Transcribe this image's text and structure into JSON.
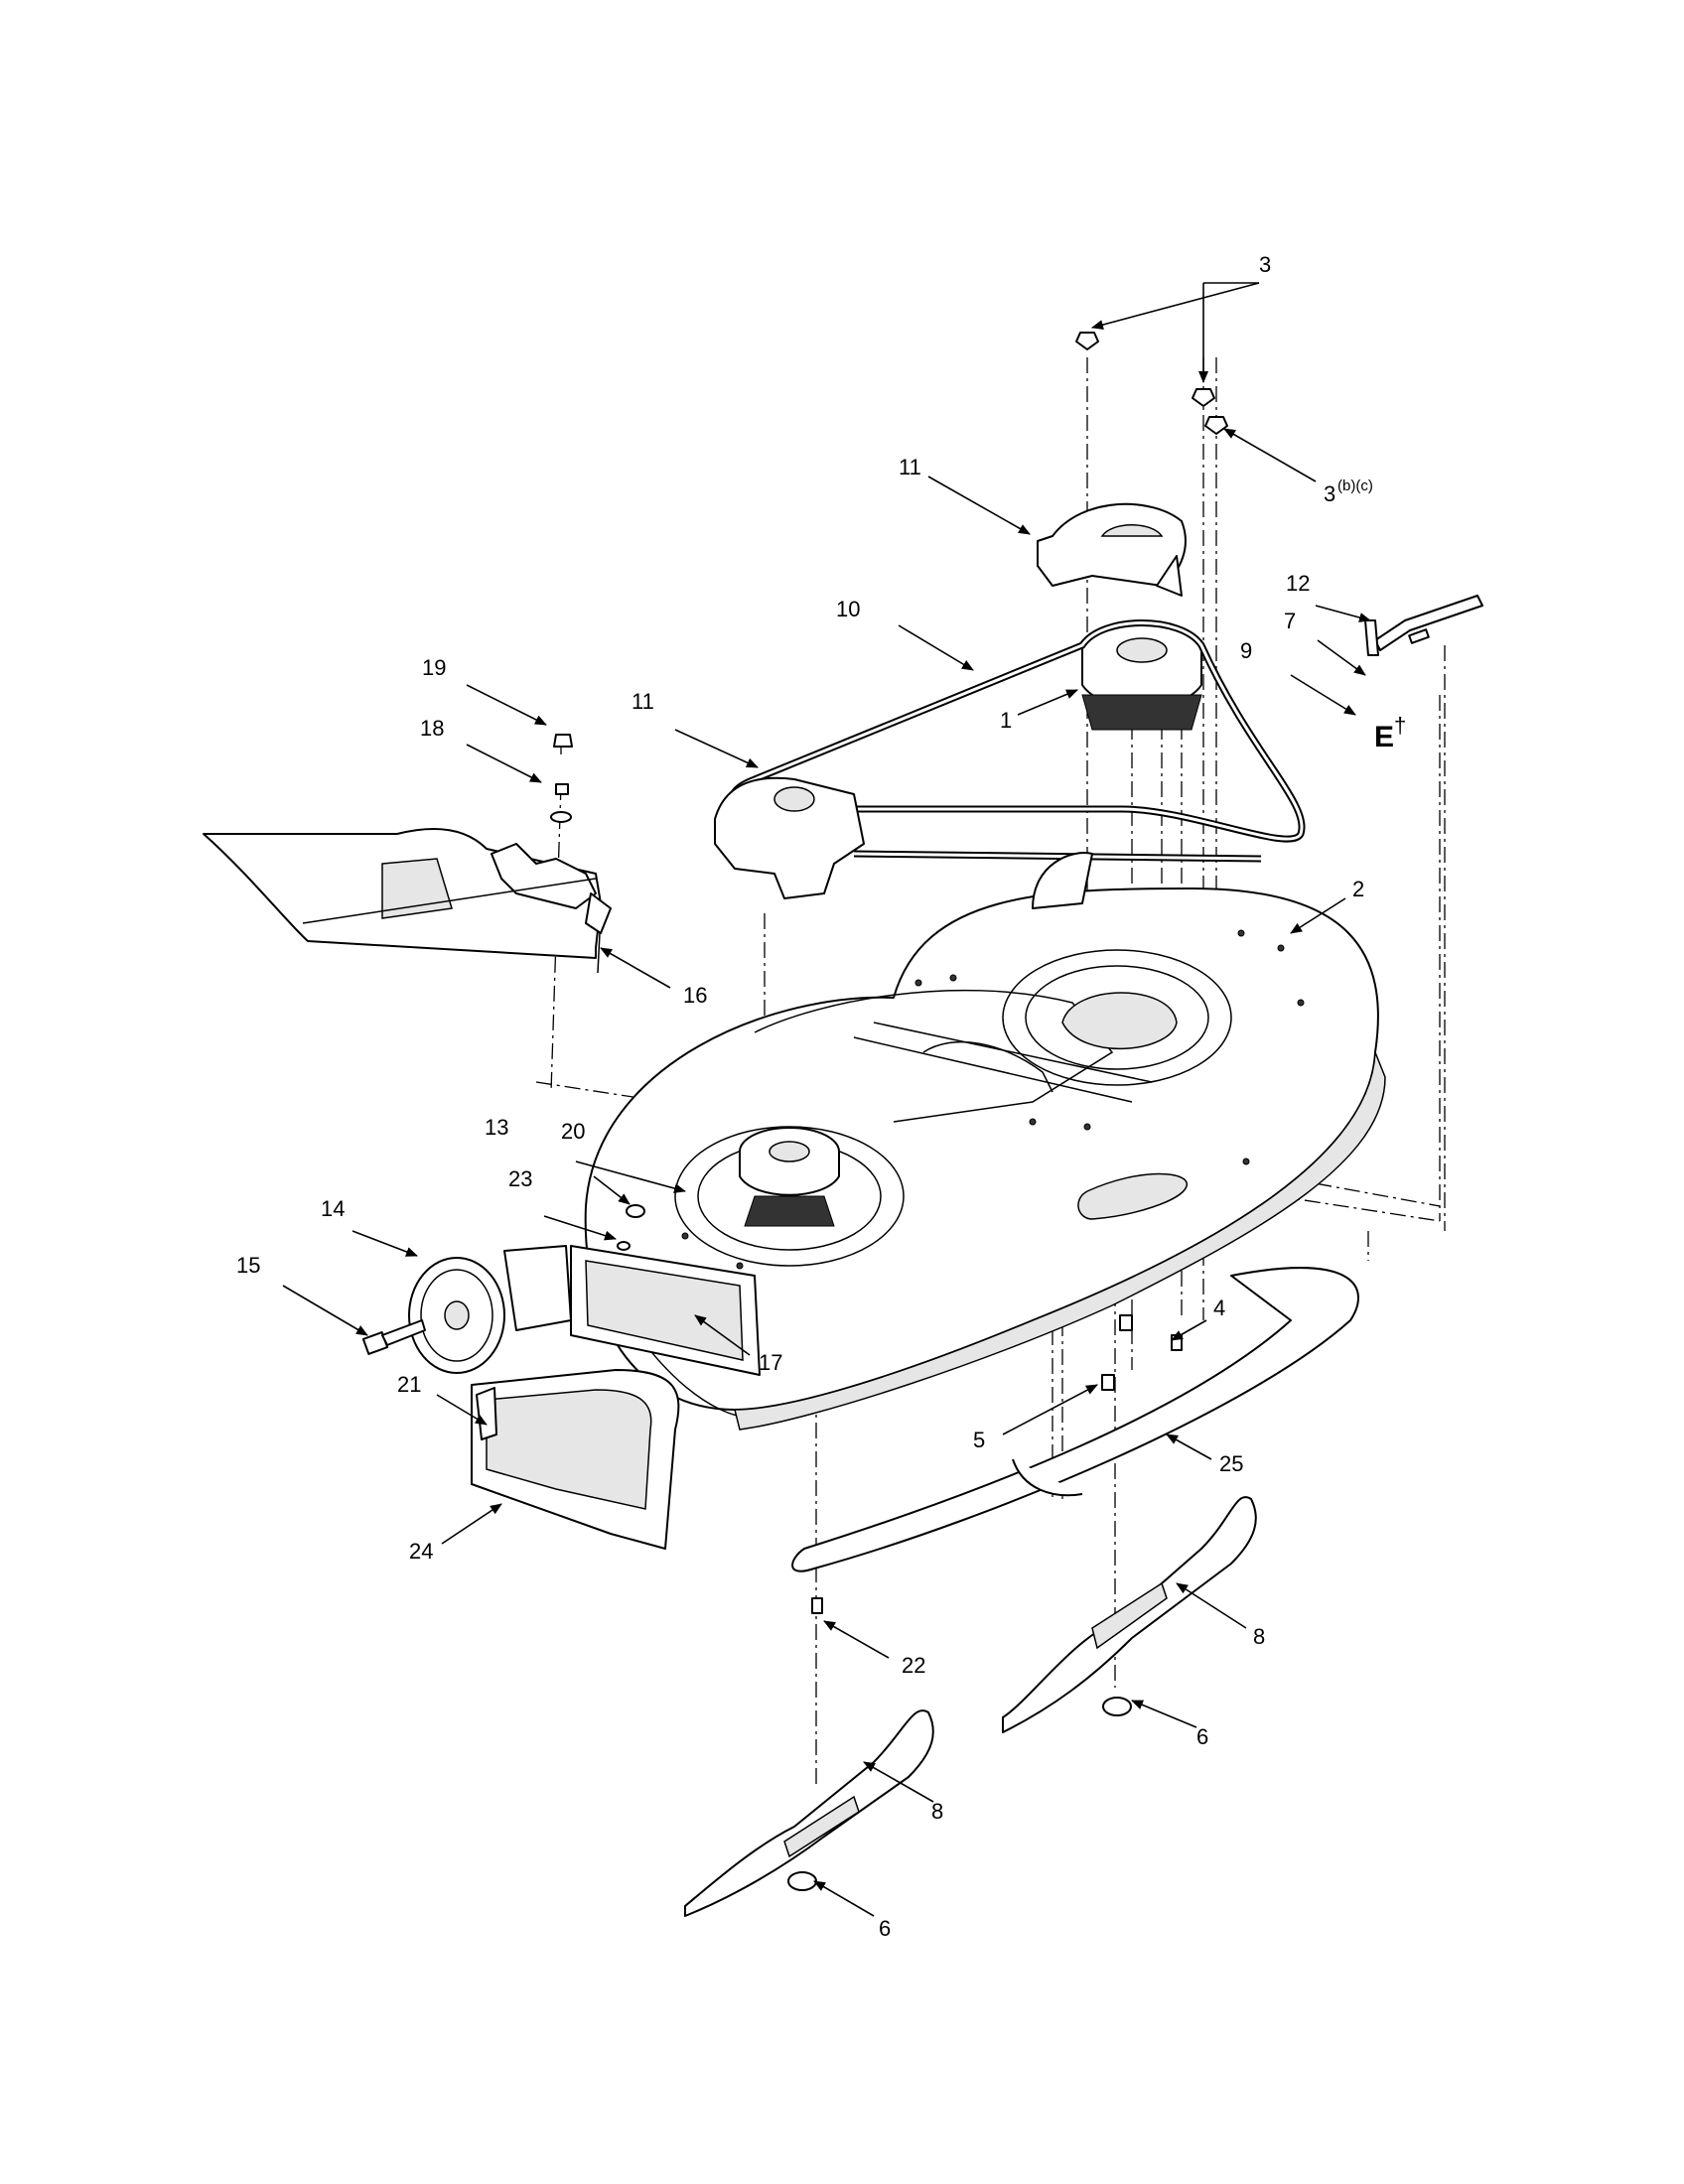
{
  "callouts": {
    "c1": "1",
    "c2": "2",
    "c3": "3",
    "c3b": "3",
    "c3b_sup": "(b)(c)",
    "c4": "4",
    "c5": "5",
    "c6a": "6",
    "c6b": "6",
    "c7": "7",
    "c8a": "8",
    "c8b": "8",
    "c9": "9",
    "c10": "10",
    "c11a": "11",
    "c11b": "11",
    "c12": "12",
    "c13": "13",
    "c14": "14",
    "c15": "15",
    "c16": "16",
    "c17": "17",
    "c18": "18",
    "c19": "19",
    "c20": "20",
    "c21": "21",
    "c22": "22",
    "c23": "23",
    "c24": "24",
    "c25": "25"
  },
  "marks": {
    "e_mark": "E",
    "dagger": "†"
  }
}
